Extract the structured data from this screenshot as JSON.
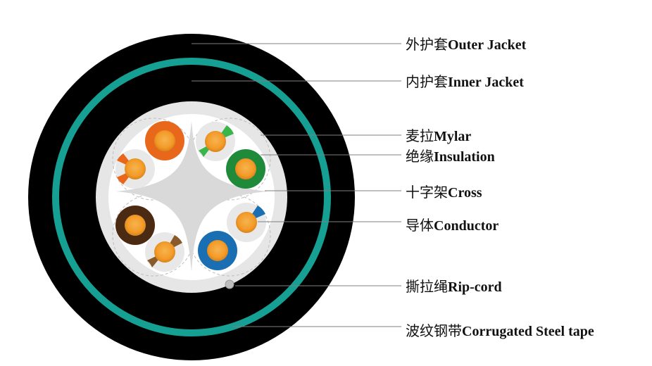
{
  "colors": {
    "outer_jacket": "#000000",
    "steel_tape": "#169f93",
    "inner_jacket": "#000000",
    "mylar": "#e6e6e6",
    "core_fill": "#ffffff",
    "cross": "#d9d9d9",
    "conductor": "#f39b28",
    "rip_cord": "#bdbdbd",
    "leader_line": "#7f7f7f",
    "orange": "#e8671a",
    "green": "#1f8a3a",
    "green_stripe": "#39b54a",
    "brown": "#4a2a12",
    "brown_stripe": "#8a5a2b",
    "blue": "#1a6fb2",
    "blue_stripe": "#1a6fb2",
    "white_insulation": "#e8e8e8"
  },
  "labels": [
    {
      "cn": "外护套",
      "en": "Outer Jacket"
    },
    {
      "cn": "内护套",
      "en": "Inner Jacket"
    },
    {
      "cn": "麦拉",
      "en": "Mylar"
    },
    {
      "cn": "绝缘",
      "en": "Insulation"
    },
    {
      "cn": "十字架",
      "en": "Cross"
    },
    {
      "cn": "导体",
      "en": "Conductor"
    },
    {
      "cn": "撕拉绳",
      "en": "Rip-cord"
    },
    {
      "cn": "波纹钢带",
      "en": "Corrugated Steel tape"
    }
  ]
}
